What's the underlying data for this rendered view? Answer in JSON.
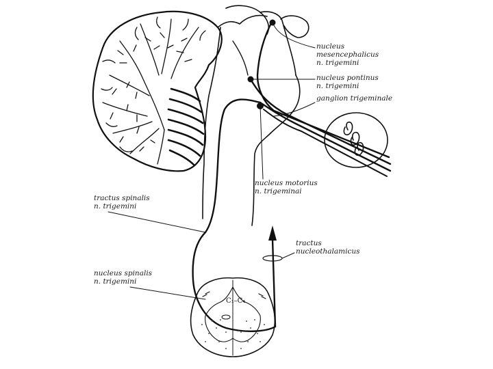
{
  "labels": {
    "mesencephalicus": {
      "line1": "nucleus",
      "line2": "mesencephalicus",
      "line3": "n. trigemini"
    },
    "pontinus": {
      "line1": "nucleus pontinus",
      "line2": "n. trigemini"
    },
    "ganglion": {
      "line1": "ganglion trigeminale"
    },
    "motorius": {
      "line1": "nucleus motorius",
      "line2": "n. trigeminai"
    },
    "tractus_spinalis": {
      "line1": "tractus spinalis",
      "line2": "n. trigemini"
    },
    "nucleothalamicus": {
      "line1": "tractus",
      "line2": "nucleothalamicus"
    },
    "nucleus_spinalis": {
      "line1": "nucleus spinalis",
      "line2": "n. trigemini"
    },
    "segment": {
      "text": "C₁–C₄"
    }
  }
}
